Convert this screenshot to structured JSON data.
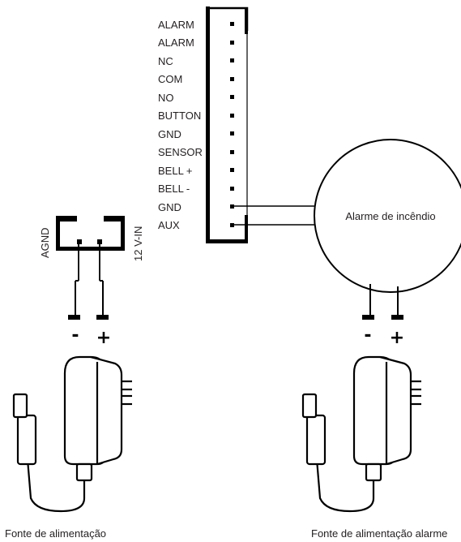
{
  "terminal_block": {
    "pins": [
      "ALARM",
      "ALARM",
      "NC",
      "COM",
      "NO",
      "BUTTON",
      "GND",
      "SENSOR",
      "BELL +",
      "BELL -",
      "GND",
      "AUX"
    ]
  },
  "power_connector": {
    "left_label": "AGND",
    "right_label": "12 V-IN"
  },
  "fire_alarm": {
    "label": "Alarme de incêndio"
  },
  "polarity": {
    "minus": "-",
    "plus": "+"
  },
  "captions": {
    "left_supply": "Fonte de alimentação",
    "right_supply": "Fonte de alimentação alarme"
  }
}
